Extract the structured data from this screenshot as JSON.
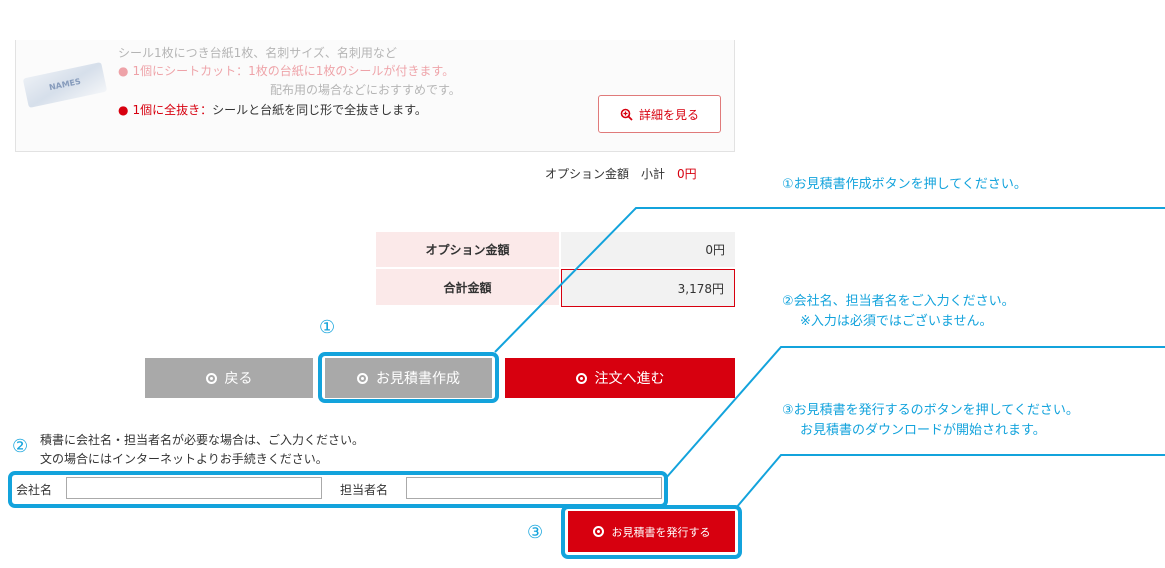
{
  "option_card": {
    "thumb_text": "NAMES",
    "faded_top": "シール1枚につき台紙1枚、名刺サイズ、名刺用など",
    "line1_label": "1個にシートカット：",
    "line1_text": "1枚の台紙に1枚のシールが付きます。",
    "line1_sub": "配布用の場合などにおすすめです。",
    "line2_label": "1個に全抜き：",
    "line2_text": "シールと台紙を同じ形で全抜きします。",
    "detail_button": "詳細を見る"
  },
  "subtotal": {
    "label": "オプション金額　小計",
    "value": "0円"
  },
  "totals": {
    "option_label": "オプション金額",
    "option_value": "0円",
    "total_label": "合計金額",
    "total_value": "3,178円"
  },
  "buttons": {
    "back": "戻る",
    "quote": "お見積書作成",
    "order": "注文へ進む",
    "issue": "お見積書を発行する"
  },
  "form": {
    "note1": "積書に会社名・担当者名が必要な場合は、ご入力ください。",
    "note2": "文の場合にはインターネットよりお手続きください。",
    "company_label": "会社名",
    "person_label": "担当者名",
    "company_value": "",
    "person_value": ""
  },
  "markers": {
    "one": "①",
    "two": "②",
    "three": "③"
  },
  "callouts": {
    "c1": "①お見積書作成ボタンを押してください。",
    "c2a": "②会社名、担当者名をご入力ください。",
    "c2b": "※入力は必須ではございません。",
    "c3a": "③お見積書を発行するのボタンを押してください。",
    "c3b": "お見積書のダウンロードが開始されます。"
  },
  "colors": {
    "accent_blue": "#13a3dc",
    "brand_red": "#d7000f",
    "gray_button": "#a9a9a9"
  },
  "icons": [
    "magnifier-plus-icon",
    "circle-arrow-icon"
  ]
}
